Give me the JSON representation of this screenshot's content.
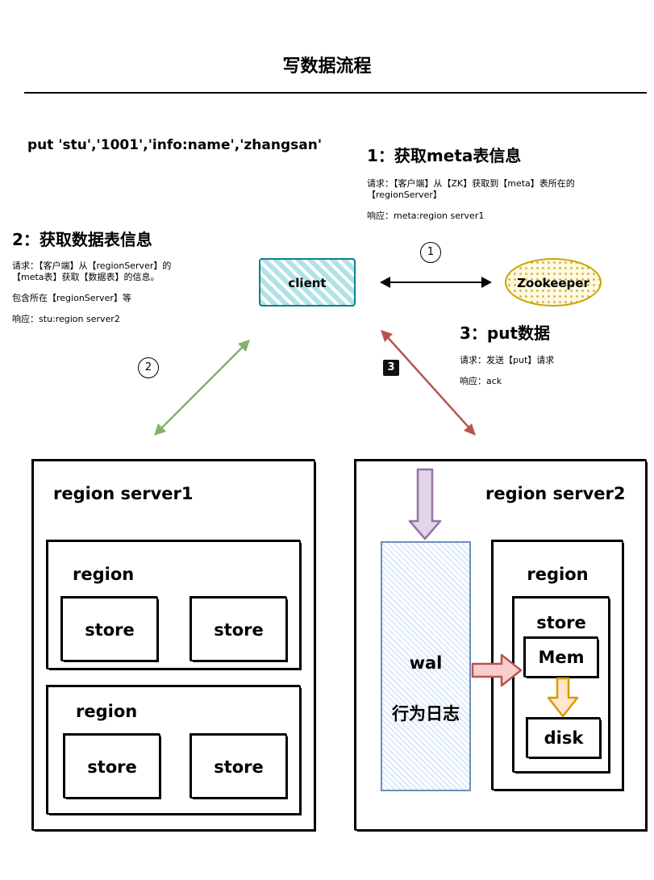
{
  "title": "写数据流程",
  "command": "put 'stu','1001','info:name','zhangsan'",
  "step1": {
    "heading": "1：获取meta表信息",
    "request_line1": "请求：【客户端】从【ZK】获取到【meta】表所在的",
    "request_line2": "【regionServer】",
    "response": "响应：meta:region server1"
  },
  "step2": {
    "heading": "2：获取数据表信息",
    "request_line1": "请求：【客户端】从【regionServer】的",
    "request_line2": "【meta表】获取【数据表】的信息。",
    "contains": "包含所在【regionServer】等",
    "response": "响应：stu:region server2"
  },
  "step3": {
    "heading": "3：put数据",
    "request": "请求：发送【put】请求",
    "response": "响应：ack"
  },
  "nodes": {
    "client": "client",
    "zookeeper": "Zookeeper"
  },
  "markers": {
    "m1": "1",
    "m2": "2",
    "m3": "3"
  },
  "rs1": {
    "title": "region server1",
    "region_a": {
      "title": "region",
      "store_left": "store",
      "store_right": "store"
    },
    "region_b": {
      "title": "region",
      "store_left": "store",
      "store_right": "store"
    }
  },
  "rs2": {
    "title": "region server2",
    "wal": "wal",
    "wal_desc": "行为日志",
    "region": {
      "title": "region",
      "store": "store",
      "mem": "Mem",
      "disk": "disk"
    }
  },
  "colors": {
    "client_fill": "#b0e3e6",
    "client_border": "#0e8088",
    "zk_fill": "#fff2cc",
    "zk_dots": "#d6b656",
    "zk_border": "#c9a400",
    "green_arrow": "#82b366",
    "red_arrow": "#b85450",
    "wal_fill": "#dae8fc",
    "wal_border": "#6c8ebf",
    "purple_arrow": "#9673a6",
    "purple_fill": "#e1d5e7",
    "pink_fill": "#f8cecc",
    "orange_arrow": "#d79b00",
    "orange_fill": "#ffe6cc"
  }
}
